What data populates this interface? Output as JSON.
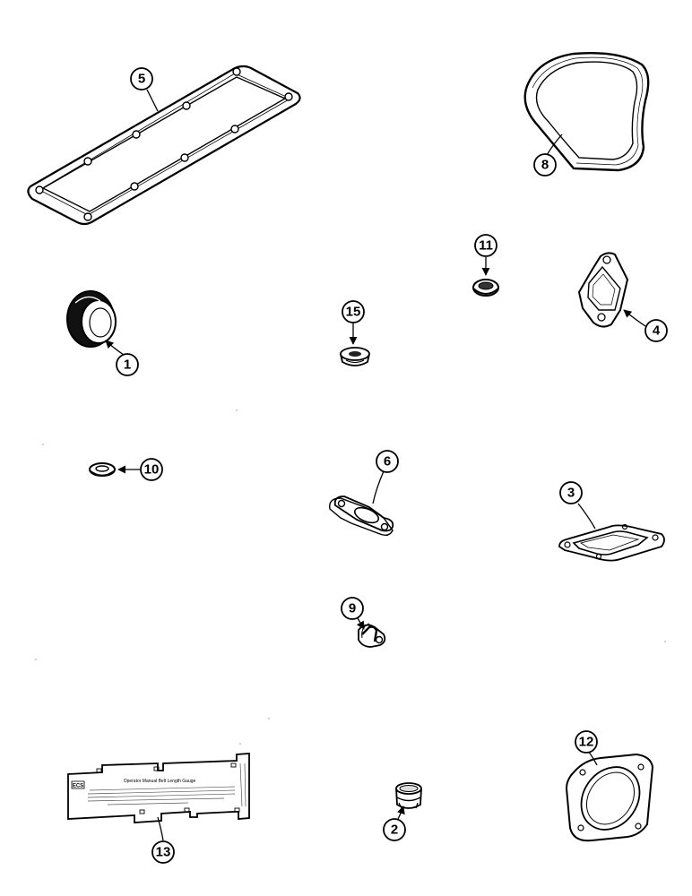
{
  "callouts": {
    "c1": "1",
    "c2": "2",
    "c3": "3",
    "c4": "4",
    "c5": "5",
    "c6": "6",
    "c8": "8",
    "c9": "9",
    "c10": "10",
    "c11": "11",
    "c12": "12",
    "c13": "13",
    "c15": "15"
  },
  "label_13": {
    "code": "ECS",
    "title": "Operator Manual Belt Length Gauge"
  }
}
